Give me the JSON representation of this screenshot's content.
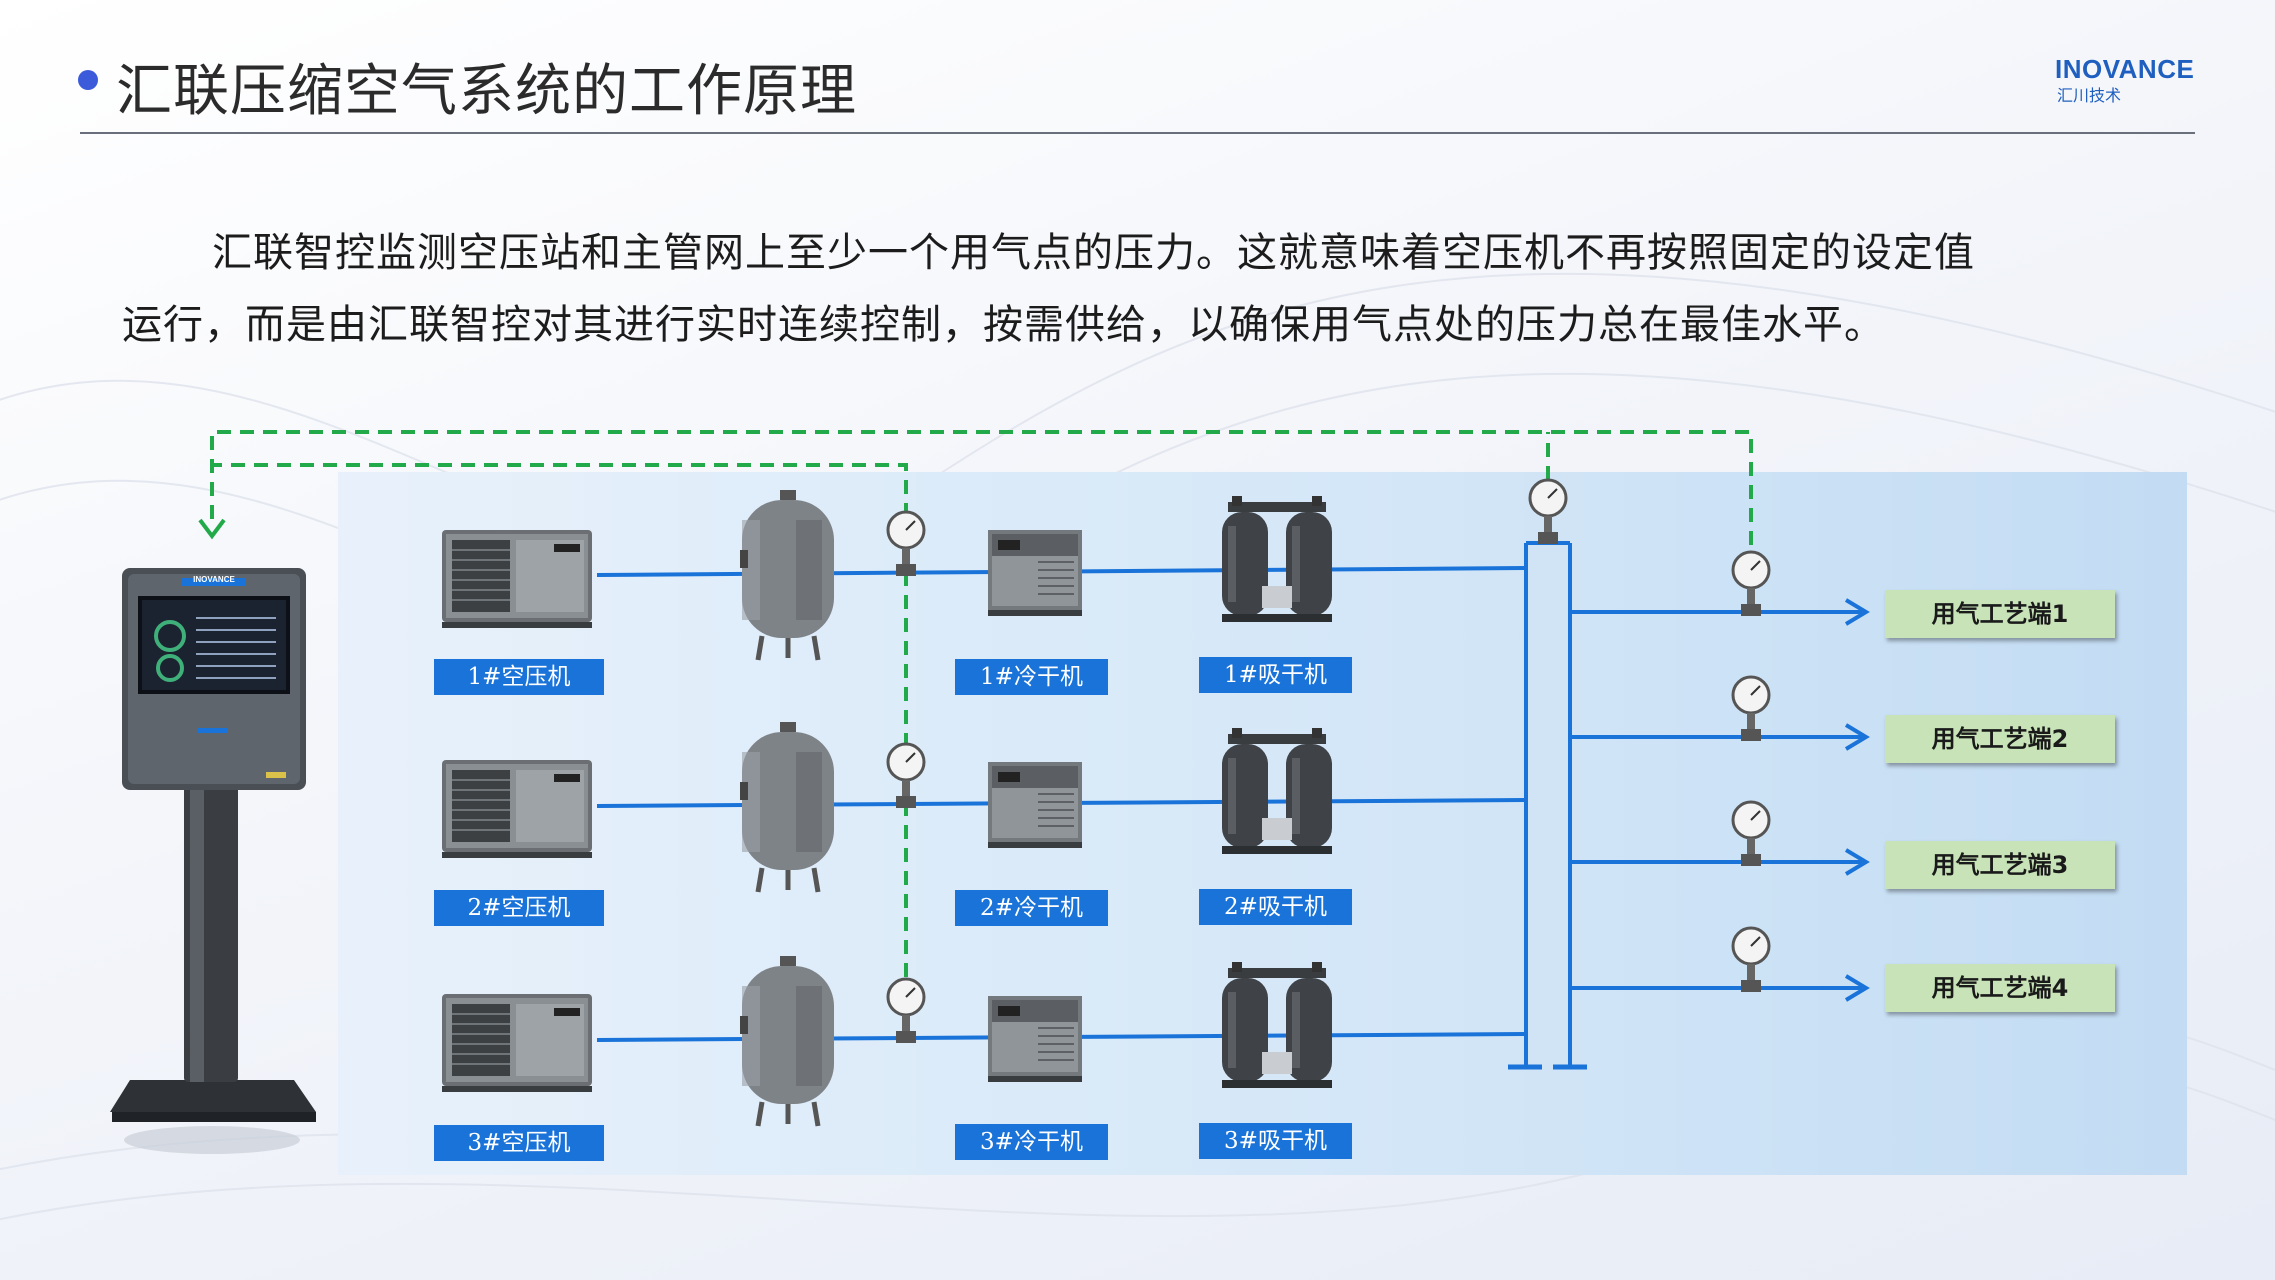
{
  "header": {
    "title": "汇联压缩空气系统的工作原理",
    "brand_name": "INOVANCE",
    "brand_sub": "汇川技术"
  },
  "description": {
    "line1": "汇联智控监测空压站和主管网上至少一个用气点的压力。这就意味着空压机不再按照固定的设定值",
    "line2": "运行，而是由汇联智控对其进行实时连续控制，按需供给，以确保用气点处的压力总在最佳水平。"
  },
  "controller": {
    "brand": "INOVANCE"
  },
  "rows": [
    {
      "compressor": "1#空压机",
      "dryer": "1#冷干机",
      "adsorber": "1#吸干机"
    },
    {
      "compressor": "2#空压机",
      "dryer": "2#冷干机",
      "adsorber": "2#吸干机"
    },
    {
      "compressor": "3#空压机",
      "dryer": "3#冷干机",
      "adsorber": "3#吸干机"
    }
  ],
  "endpoints": [
    "用气工艺端1",
    "用气工艺端2",
    "用气工艺端3",
    "用气工艺端4"
  ],
  "colors": {
    "pipe": "#1a73d9",
    "signal_line": "#22aa4a",
    "label_bg": "#1a73d9",
    "endpoint_bg": "#c8e3b8",
    "accent": "#3b5bdb"
  },
  "icons": {
    "compressor": "air-compressor-icon",
    "tank": "air-tank-icon",
    "gauge": "pressure-gauge-icon",
    "dryer": "refrigerated-dryer-icon",
    "adsorber": "adsorption-dryer-icon",
    "controller": "controller-kiosk-icon"
  }
}
